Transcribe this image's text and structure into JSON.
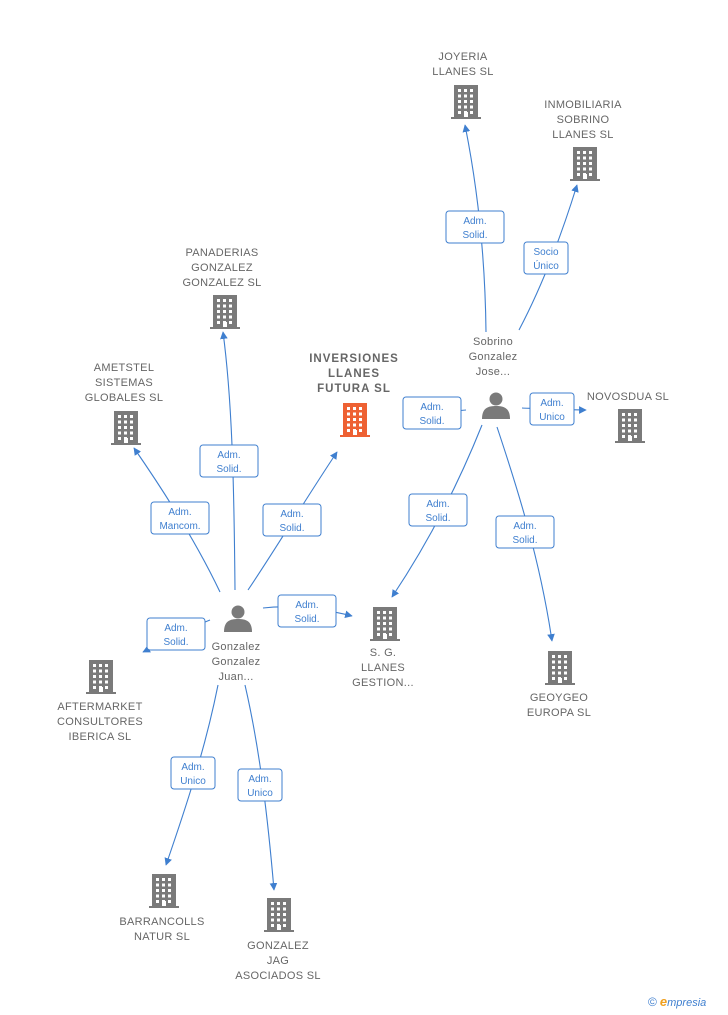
{
  "nodes": [
    {
      "id": "joyeria",
      "type": "company",
      "lines": [
        "JOYERIA",
        "LLANES  SL"
      ]
    },
    {
      "id": "inmobiliaria",
      "type": "company",
      "lines": [
        "INMOBILIARIA",
        "SOBRINO",
        "LLANES SL"
      ]
    },
    {
      "id": "panaderias",
      "type": "company",
      "lines": [
        "PANADERIAS",
        "GONZALEZ",
        "GONZALEZ  SL"
      ]
    },
    {
      "id": "ametstel",
      "type": "company",
      "lines": [
        "AMETSTEL",
        "SISTEMAS",
        "GLOBALES  SL"
      ]
    },
    {
      "id": "inversiones",
      "type": "company",
      "focus": true,
      "lines": [
        "INVERSIONES",
        "LLANES",
        "FUTURA  SL"
      ]
    },
    {
      "id": "sobrino",
      "type": "person",
      "lines": [
        "Sobrino",
        "Gonzalez",
        "Jose..."
      ]
    },
    {
      "id": "novosdua",
      "type": "company",
      "lines": [
        "NOVOSDUA  SL"
      ]
    },
    {
      "id": "gonzalez_juan",
      "type": "person",
      "lines": [
        "Gonzalez",
        "Gonzalez",
        "Juan..."
      ]
    },
    {
      "id": "sg_llanes",
      "type": "company",
      "lines": [
        "S.  G.",
        "LLANES",
        "GESTION..."
      ]
    },
    {
      "id": "geoygeo",
      "type": "company",
      "lines": [
        "GEOYGEO",
        "EUROPA  SL"
      ]
    },
    {
      "id": "aftermarket",
      "type": "company",
      "lines": [
        "AFTERMARKET",
        "CONSULTORES",
        "IBERICA SL"
      ]
    },
    {
      "id": "barrancolls",
      "type": "company",
      "lines": [
        "BARRANCOLLS",
        "NATUR SL"
      ]
    },
    {
      "id": "gonzalez_jag",
      "type": "company",
      "lines": [
        "GONZALEZ",
        "JAG",
        "ASOCIADOS SL"
      ]
    }
  ],
  "edges": [
    {
      "id": "e_joyeria",
      "label": [
        "Adm.",
        "Solid."
      ]
    },
    {
      "id": "e_inmobiliaria",
      "label": [
        "Socio",
        "Único"
      ]
    },
    {
      "id": "e_inversiones_sob",
      "label": [
        "Adm.",
        "Solid."
      ]
    },
    {
      "id": "e_novosdua",
      "label": [
        "Adm.",
        "Unico"
      ]
    },
    {
      "id": "e_sg_sob",
      "label": [
        "Adm.",
        "Solid."
      ]
    },
    {
      "id": "e_geoygeo",
      "label": [
        "Adm.",
        "Solid."
      ]
    },
    {
      "id": "e_panaderias",
      "label": [
        "Adm.",
        "Solid."
      ]
    },
    {
      "id": "e_ametstel",
      "label": [
        "Adm.",
        "Mancom."
      ]
    },
    {
      "id": "e_inversiones_gon",
      "label": [
        "Adm.",
        "Solid."
      ]
    },
    {
      "id": "e_sg_gon",
      "label": [
        "Adm.",
        "Solid."
      ]
    },
    {
      "id": "e_aftermarket",
      "label": [
        "Adm.",
        "Solid."
      ]
    },
    {
      "id": "e_barrancolls",
      "label": [
        "Adm.",
        "Unico"
      ]
    },
    {
      "id": "e_jag",
      "label": [
        "Adm.",
        "Unico"
      ]
    }
  ],
  "brand": {
    "copyright": "©",
    "e": "e",
    "rest": "mpresia"
  },
  "colors": {
    "edge": "#3f7fcf",
    "company": "#7a7a7a",
    "focus": "#ee6133",
    "text": "#666666"
  }
}
